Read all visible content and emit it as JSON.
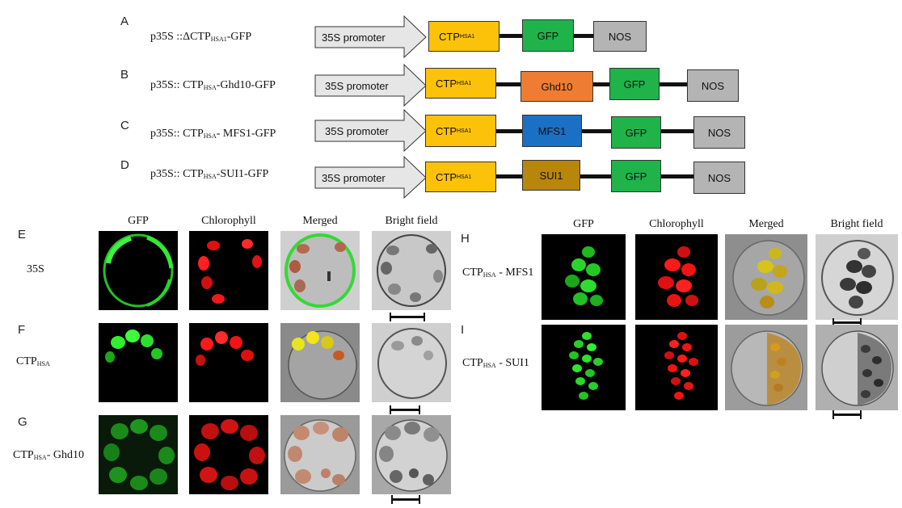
{
  "panels": {
    "A": "A",
    "B": "B",
    "C": "C",
    "D": "D",
    "E": "E",
    "F": "F",
    "G": "G",
    "H": "H",
    "I": "I"
  },
  "constructs": [
    {
      "label_pre": "p35S ::ΔCTP",
      "label_sub": "HSA1",
      "label_post": "-GFP",
      "promoter": "35S promoter",
      "ctp_text": "CTP",
      "ctp_sub": "HSA1",
      "gene": "",
      "gfp": "GFP",
      "nos": "NOS"
    },
    {
      "label_pre": "p35S:: CTP",
      "label_sub": "HSA",
      "label_post": "-Ghd10-GFP",
      "promoter": "35S promoter",
      "ctp_text": "CTP",
      "ctp_sub": "HSA1",
      "gene": "Ghd10",
      "gfp": "GFP",
      "nos": "NOS"
    },
    {
      "label_pre": "p35S:: CTP",
      "label_sub": "HSA",
      "label_post": "- MFS1-GFP",
      "promoter": "35S promoter",
      "ctp_text": "CTP",
      "ctp_sub": "HSA1",
      "gene": "MFS1",
      "gfp": "GFP",
      "nos": "NOS"
    },
    {
      "label_pre": "p35S:: CTP",
      "label_sub": "HSA",
      "label_post": "-SUI1-GFP",
      "promoter": "35S promoter",
      "ctp_text": "CTP",
      "ctp_sub": "HSA1",
      "gene": "SUI1",
      "gfp": "GFP",
      "nos": "NOS"
    }
  ],
  "colors": {
    "promoter": "#e6e6e6",
    "ctp": "#fcc20a",
    "ghd10": "#ee7d33",
    "mfs1": "#1a70c4",
    "sui1": "#b8860b",
    "gfp": "#1fb34a",
    "nos": "#b4b4b4",
    "fluor_green": "#2ee02e",
    "fluor_red": "#ff1a1a"
  },
  "columns": [
    "GFP",
    "Chlorophyll",
    "Merged",
    "Bright field"
  ],
  "rows_left": [
    {
      "pre": "35S",
      "sub": "",
      "post": ""
    },
    {
      "pre": "CTP",
      "sub": "HSA",
      "post": ""
    },
    {
      "pre": "CTP",
      "sub": "HSA",
      "post": "- Ghd10"
    }
  ],
  "rows_right": [
    {
      "pre": "CTP",
      "sub": "HSA",
      "post": " - MFS1"
    },
    {
      "pre": "CTP",
      "sub": "HSA",
      "post": " - SUI1"
    }
  ]
}
